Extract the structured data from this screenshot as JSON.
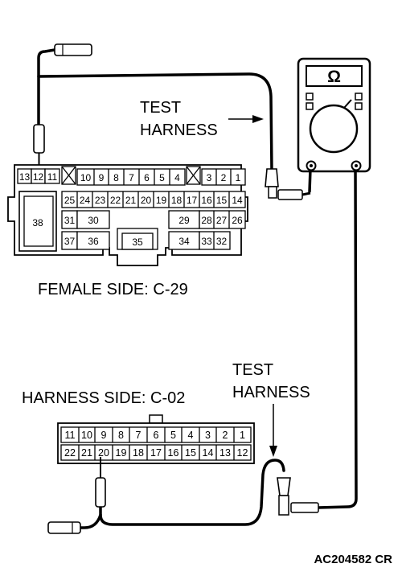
{
  "labels": {
    "test_harness_top_1": "TEST",
    "test_harness_top_2": "HARNESS",
    "female_side": "FEMALE SIDE: C-29",
    "test_harness_bottom_1": "TEST",
    "test_harness_bottom_2": "HARNESS",
    "harness_side": "HARNESS SIDE: C-02",
    "figure_code": "AC204582 CR"
  },
  "meter": {
    "symbol": "Ω"
  },
  "connector_c29": {
    "row1": [
      "13",
      "12",
      "11",
      "10",
      "9",
      "8",
      "7",
      "6",
      "5",
      "4",
      "3",
      "2",
      "1"
    ],
    "row2": [
      "25",
      "24",
      "23",
      "22",
      "21",
      "20",
      "19",
      "18",
      "17",
      "16",
      "15",
      "14"
    ],
    "row3": [
      "31",
      "30",
      "29",
      "28",
      "27",
      "26"
    ],
    "row4": [
      "37",
      "36",
      "35",
      "34",
      "33",
      "32"
    ],
    "big": "38"
  },
  "connector_c02": {
    "row1": [
      "11",
      "10",
      "9",
      "8",
      "7",
      "6",
      "5",
      "4",
      "3",
      "2",
      "1"
    ],
    "row2": [
      "22",
      "21",
      "20",
      "19",
      "18",
      "17",
      "16",
      "15",
      "14",
      "13",
      "12"
    ]
  }
}
